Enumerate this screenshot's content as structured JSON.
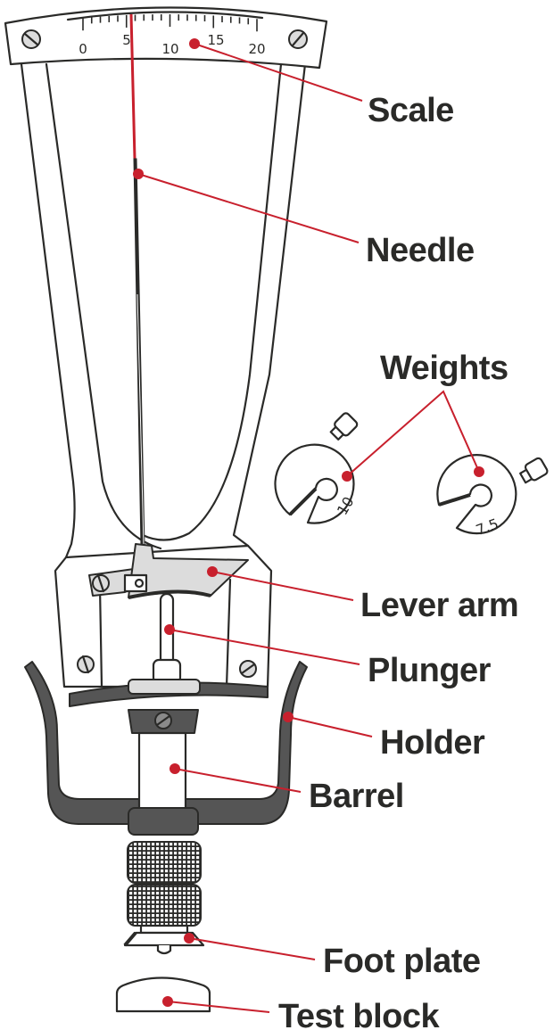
{
  "diagram": {
    "subject": "Spring-scale pressure gauge (tonometer-style instrument)",
    "accent_color": "#c8202d",
    "outline_color": "#2a2a28",
    "holder_color": "#555555",
    "part_fill_color": "#dcdcdc",
    "scale": {
      "tick_labels": [
        "0",
        "5",
        "10",
        "15",
        "20"
      ],
      "needle_reading": 6
    },
    "weights": [
      {
        "marking": "10"
      },
      {
        "marking": "7.5"
      }
    ],
    "labels": {
      "scale": "Scale",
      "needle": "Needle",
      "weights": "Weights",
      "lever_arm": "Lever arm",
      "plunger": "Plunger",
      "holder": "Holder",
      "barrel": "Barrel",
      "foot_plate": "Foot plate",
      "test_block": "Test block"
    }
  }
}
